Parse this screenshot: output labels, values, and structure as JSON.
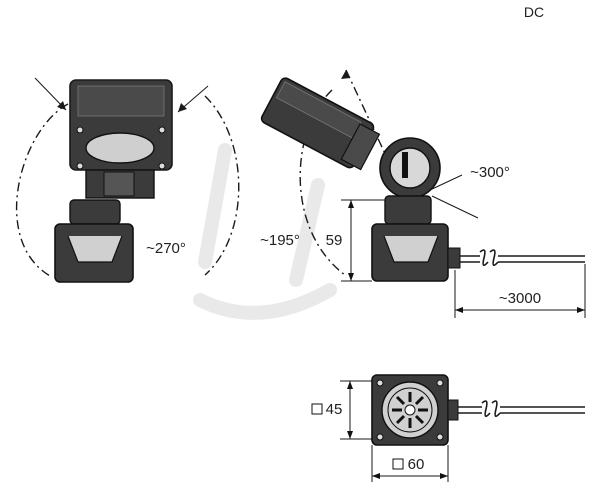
{
  "header": {
    "label": "DC"
  },
  "views": {
    "left": {
      "angle_label": "~270°"
    },
    "right": {
      "angle_left_label": "~195°",
      "angle_head_label": "~300°",
      "height_label": "59",
      "cable_length_label": "~3000"
    },
    "bottom": {
      "height_label": "45",
      "width_label": "60"
    }
  }
}
